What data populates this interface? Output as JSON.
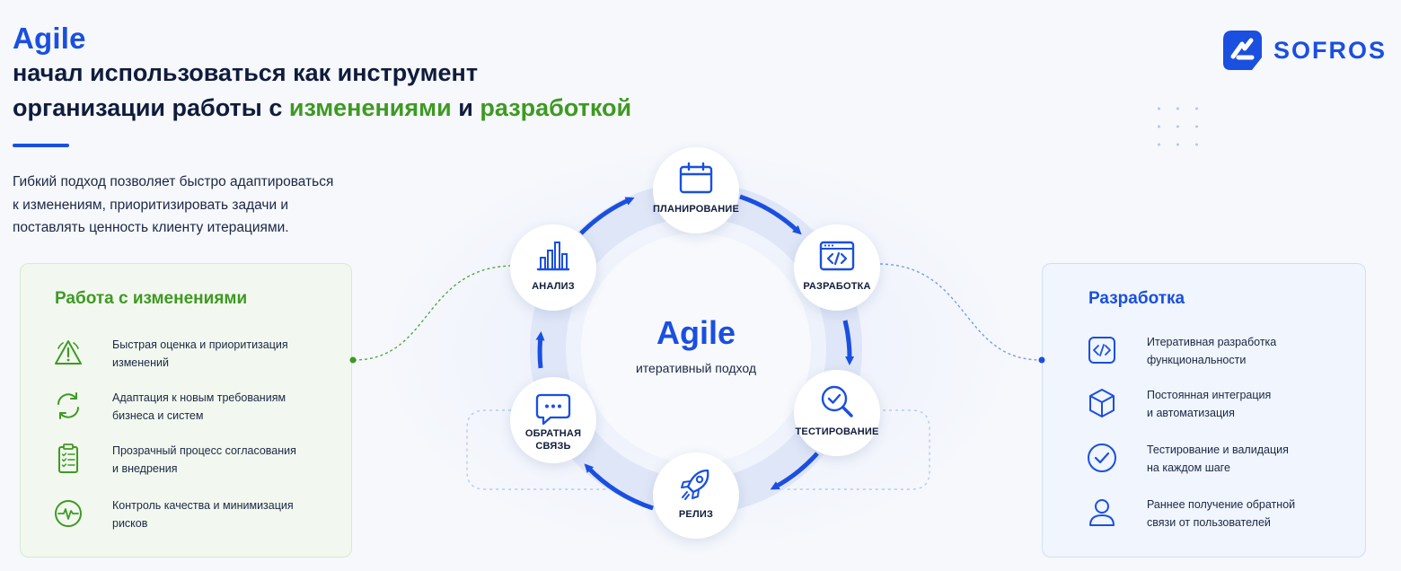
{
  "header": {
    "title_agile": "Agile",
    "title_line1": "начал использоваться как инструмент",
    "title_line2_prefix": "организации работы с ",
    "title_line2_hl1": "изменениями",
    "title_line2_mid": " и ",
    "title_line2_hl2": "разработкой"
  },
  "intro": {
    "lines": [
      "Гибкий подход позволяет быстро адаптироваться",
      "к изменениям, приоритизировать задачи и",
      "поставлять ценность клиенту итерациями."
    ]
  },
  "logo": {
    "text": "SOFROS",
    "icon": "sofros-logo-icon"
  },
  "colors": {
    "brand_blue": "#1a4fe0",
    "accent_green": "#3e9a22",
    "text_dark": "#101c3c"
  },
  "cycle": {
    "center_title": "Agile",
    "center_subtitle": "итеративный подход",
    "nodes": [
      {
        "label": "ПЛАНИРОВАНИЕ",
        "icon": "calendar-icon"
      },
      {
        "label": "РАЗРАБОТКА",
        "icon": "code-window-icon"
      },
      {
        "label": "ТЕСТИРОВАНИЕ",
        "icon": "magnifier-check-icon"
      },
      {
        "label": "РЕЛИЗ",
        "icon": "rocket-icon"
      },
      {
        "label_line1": "ОБРАТНАЯ",
        "label_line2": "СВЯЗЬ",
        "icon": "chat-bubble-icon"
      },
      {
        "label": "АНАЛИЗ",
        "icon": "bar-chart-icon"
      }
    ]
  },
  "left_panel": {
    "title": "Работа с изменениями",
    "items": [
      {
        "line1": "Быстрая оценка и приоритизация",
        "line2": "изменений",
        "icon": "warning-triangle-icon"
      },
      {
        "line1": "Адаптация к новым требованиям",
        "line2": "бизнеса и систем",
        "icon": "refresh-arrows-icon"
      },
      {
        "line1": "Прозрачный процесс согласования",
        "line2": "и внедрения",
        "icon": "clipboard-checklist-icon"
      },
      {
        "line1": "Контроль качества и минимизация",
        "line2": "рисков",
        "icon": "pulse-icon"
      }
    ]
  },
  "right_panel": {
    "title": "Разработка",
    "items": [
      {
        "line1": "Итеративная разработка",
        "line2": "функциональности",
        "icon": "code-icon"
      },
      {
        "line1": "Постоянная интеграция",
        "line2": "и автоматизация",
        "icon": "cube-icon"
      },
      {
        "line1": "Тестирование и валидация",
        "line2": "на каждом шаге",
        "icon": "check-circle-icon"
      },
      {
        "line1": "Раннее получение обратной",
        "line2": "связи от пользователей",
        "icon": "user-icon"
      }
    ]
  }
}
